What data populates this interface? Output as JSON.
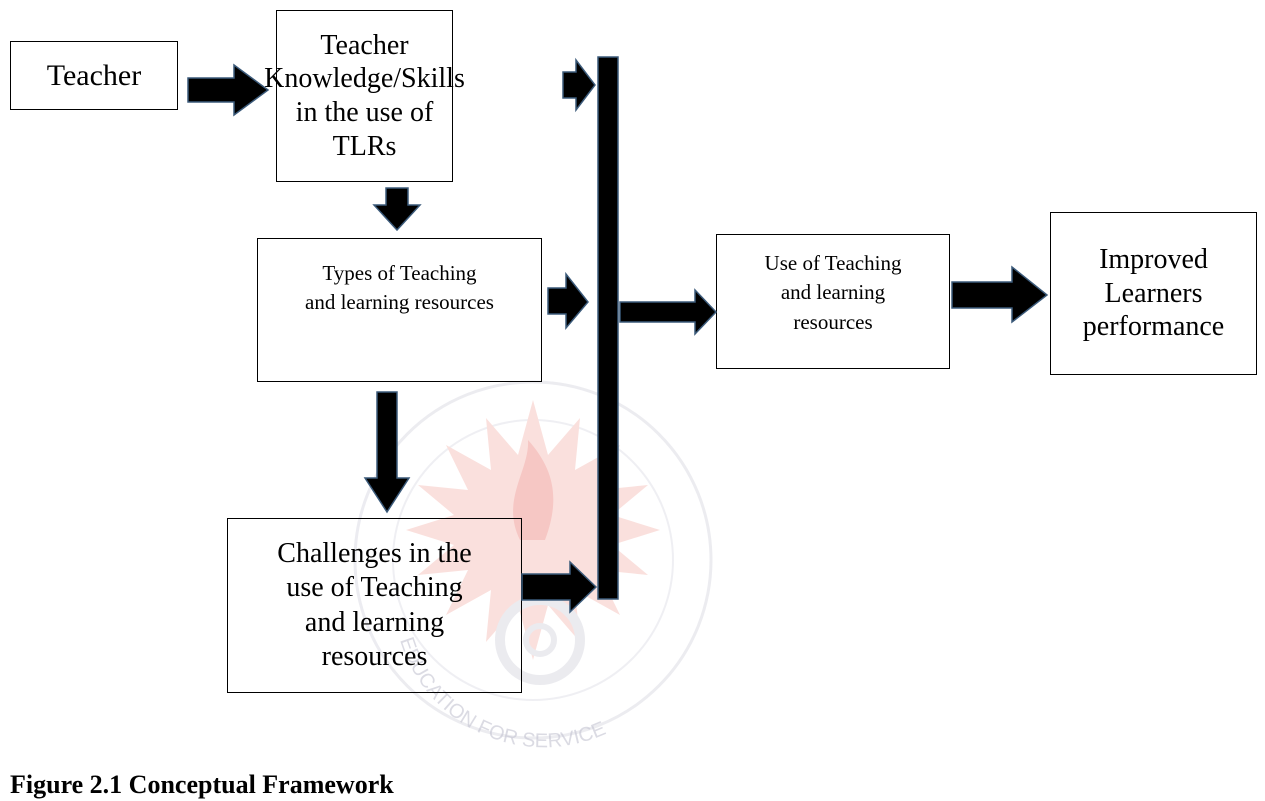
{
  "diagram": {
    "nodes": {
      "teacher": {
        "lines": [
          "Teacher"
        ]
      },
      "knowledge": {
        "lines": [
          "Teacher",
          "Knowledge/Skills",
          "in the use of",
          "TLRs"
        ]
      },
      "types": {
        "lines": [
          "Types of Teaching",
          "and learning resources"
        ]
      },
      "challenges": {
        "lines": [
          "Challenges in the",
          "use of Teaching",
          "and learning",
          "resources"
        ]
      },
      "use": {
        "lines": [
          "Use of Teaching",
          "and learning",
          "resources"
        ]
      },
      "improved": {
        "lines": [
          "Improved",
          "Learners",
          "performance"
        ]
      }
    },
    "edges": [
      {
        "from": "teacher",
        "to": "knowledge"
      },
      {
        "from": "knowledge",
        "to": "types"
      },
      {
        "from": "types",
        "to": "challenges"
      },
      {
        "from": "knowledge",
        "to": "collector-bar"
      },
      {
        "from": "types",
        "to": "collector-bar"
      },
      {
        "from": "challenges",
        "to": "collector-bar"
      },
      {
        "from": "collector-bar",
        "to": "use"
      },
      {
        "from": "use",
        "to": "improved"
      }
    ]
  },
  "watermark": {
    "text": "EDUCATION FOR SERVICE",
    "color": "#f3b9b4"
  },
  "caption": "Figure 2.1 Conceptual Framework",
  "colors": {
    "arrow_fill": "#000000",
    "arrow_outline": "#3b5a7a"
  }
}
